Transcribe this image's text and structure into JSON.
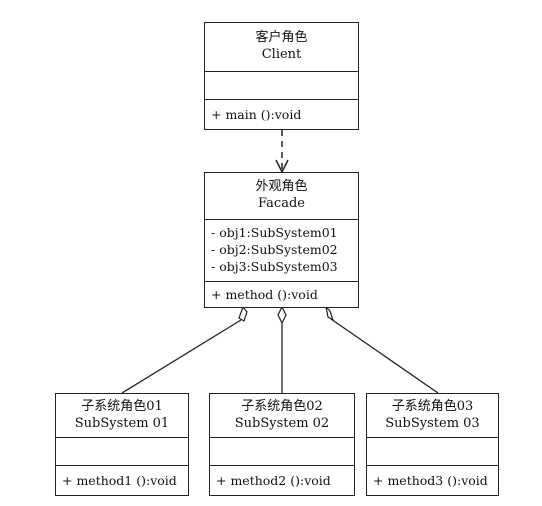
{
  "client": {
    "name_cn": "客户角色",
    "name_en": "Client",
    "attributes": [],
    "operations": [
      "+ main ():void"
    ]
  },
  "facade": {
    "name_cn": "外观角色",
    "name_en": "Facade",
    "attributes": [
      "- obj1:SubSystem01",
      "- obj2:SubSystem02",
      "- obj3:SubSystem03"
    ],
    "operations": [
      "+ method ():void"
    ]
  },
  "subsystems": [
    {
      "name_cn": "子系统角色01",
      "name_en": "SubSystem  01",
      "operations": [
        "+ method1 ():void"
      ]
    },
    {
      "name_cn": "子系统角色02",
      "name_en": "SubSystem  02",
      "operations": [
        "+ method2 ():void"
      ]
    },
    {
      "name_cn": "子系统角色03",
      "name_en": "SubSystem  03",
      "operations": [
        "+ method3 ():void"
      ]
    }
  ]
}
